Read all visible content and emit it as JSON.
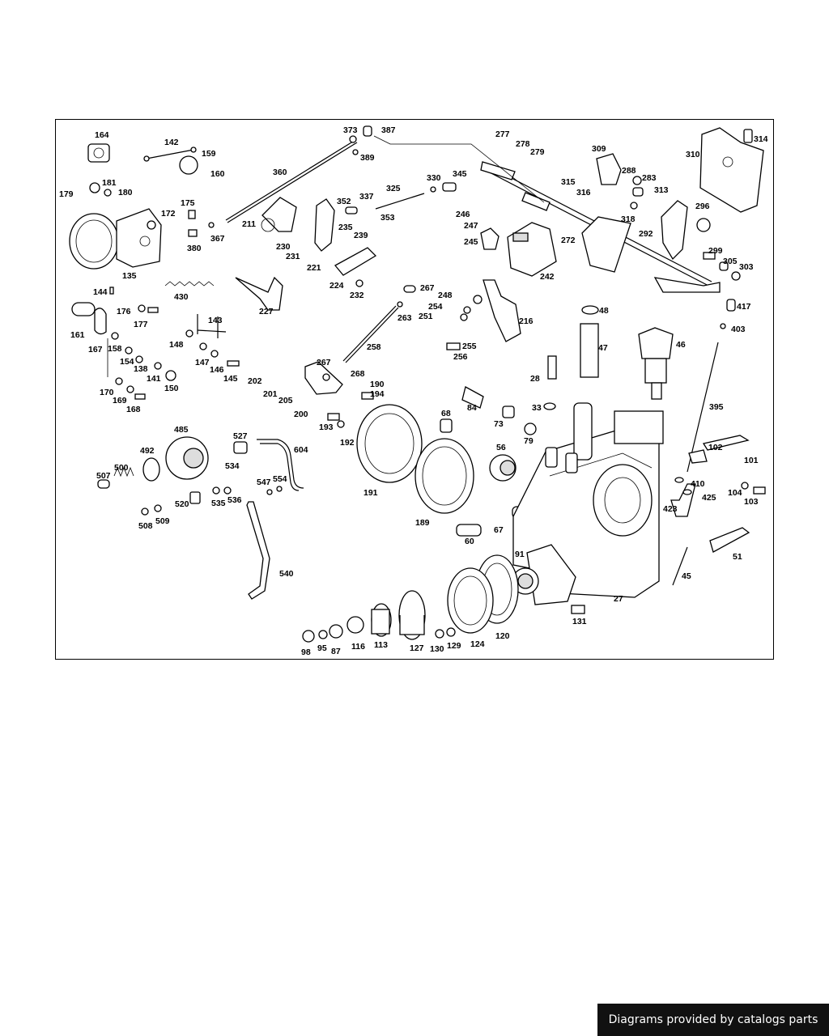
{
  "diagram": {
    "labels": [
      "164",
      "142",
      "159",
      "160",
      "181",
      "180",
      "179",
      "175",
      "172",
      "380",
      "367",
      "135",
      "360",
      "211",
      "230",
      "231",
      "373",
      "387",
      "389",
      "352",
      "337",
      "325",
      "330",
      "345",
      "353",
      "235",
      "239",
      "221",
      "224",
      "232",
      "227",
      "430",
      "144",
      "176",
      "177",
      "161",
      "167",
      "158",
      "154",
      "138",
      "141",
      "150",
      "170",
      "169",
      "168",
      "143",
      "148",
      "147",
      "146",
      "145",
      "202",
      "201",
      "205",
      "200",
      "267",
      "268",
      "190",
      "194",
      "193",
      "192",
      "191",
      "258",
      "263",
      "267b",
      "277",
      "278",
      "279",
      "309",
      "288",
      "283",
      "313",
      "315",
      "316",
      "318",
      "310",
      "314",
      "296",
      "246",
      "247",
      "245",
      "242",
      "272",
      "292",
      "299",
      "305",
      "303",
      "248",
      "254",
      "251",
      "255",
      "256",
      "216",
      "48",
      "47",
      "46",
      "417",
      "403",
      "28",
      "33",
      "84",
      "73",
      "79",
      "68",
      "56",
      "395",
      "102",
      "101",
      "485",
      "527",
      "492",
      "604",
      "507",
      "500",
      "534",
      "520",
      "535",
      "536",
      "508",
      "509",
      "547",
      "554",
      "540",
      "189",
      "60",
      "67",
      "410",
      "425",
      "104",
      "103",
      "423",
      "51",
      "91",
      "45",
      "27",
      "131",
      "120",
      "124",
      "129",
      "130",
      "127",
      "113",
      "116",
      "87",
      "95",
      "98"
    ]
  },
  "footer": {
    "credit": "Diagrams provided by catalogs parts"
  }
}
